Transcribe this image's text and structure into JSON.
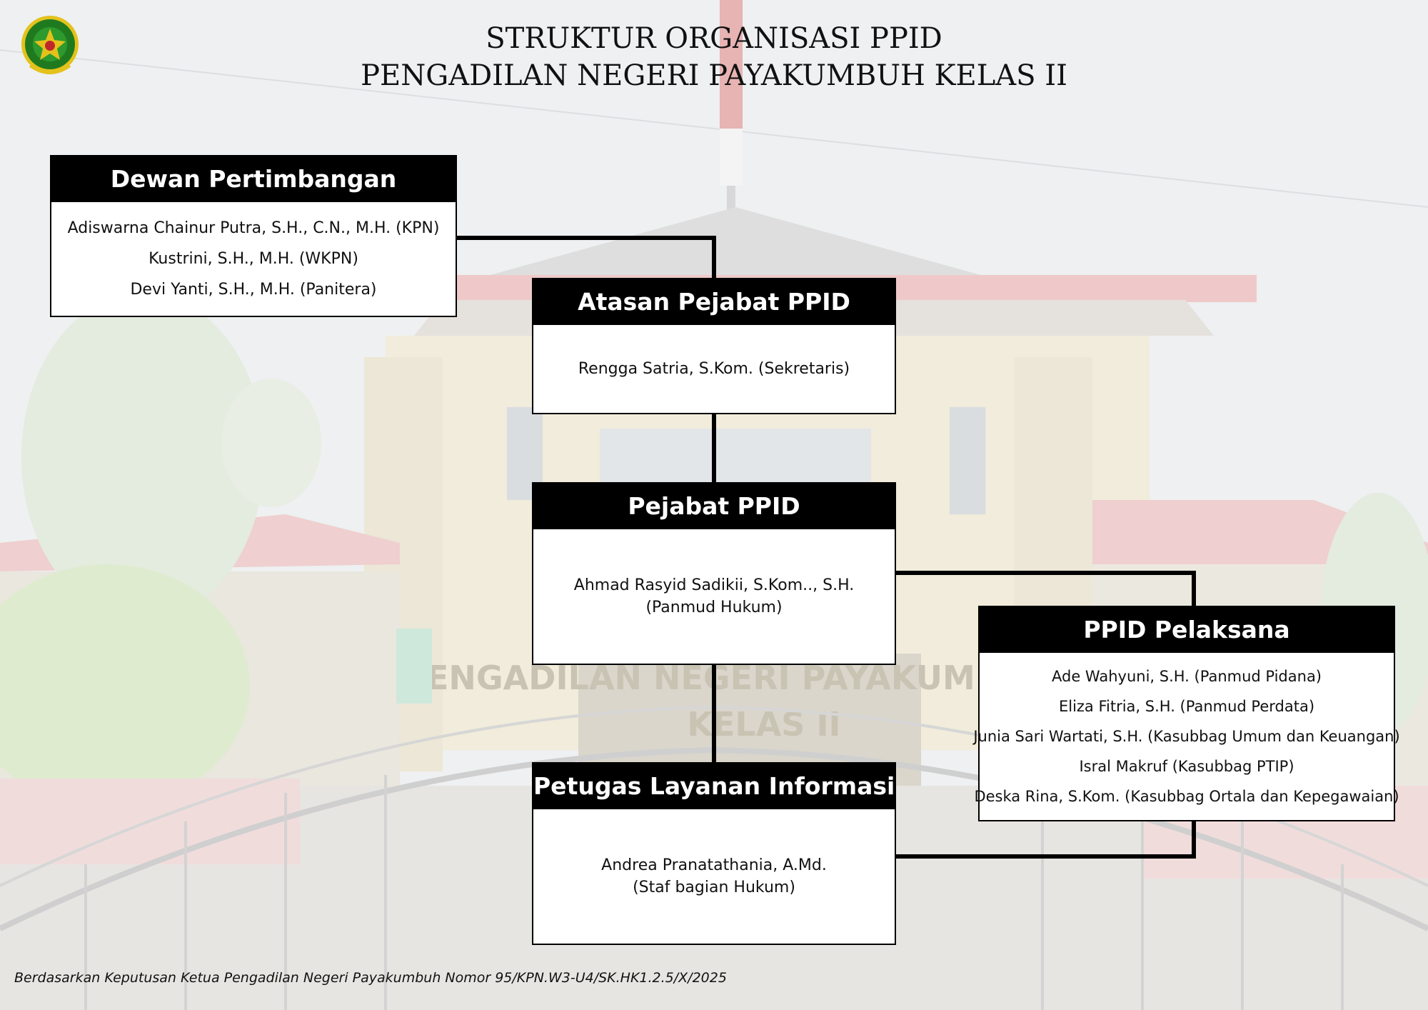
{
  "title": {
    "line1": "STRUKTUR ORGANISASI PPID",
    "line2": "PENGADILAN NEGERI PAYAKUMBUH KELAS II"
  },
  "logo": {
    "icon": "mahkamah-agung-emblem-icon",
    "colors": {
      "ring": "#1f7a1f",
      "gold": "#e3c21b"
    }
  },
  "background": {
    "sign_text_line1": "PENGADILAN NEGERI PAYAKUMBUH",
    "sign_text_line2": "KELAS II"
  },
  "boxes": {
    "dewan": {
      "title": "Dewan Pertimbangan",
      "members": [
        "Adiswarna Chainur Putra, S.H., C.N., M.H. (KPN)",
        "Kustrini, S.H., M.H. (WKPN)",
        "Devi Yanti, S.H., M.H. (Panitera)"
      ]
    },
    "atasan": {
      "title": "Atasan Pejabat PPID",
      "members": [
        "Rengga Satria, S.Kom. (Sekretaris)"
      ]
    },
    "pejabat": {
      "title": "Pejabat PPID",
      "members": [
        "Ahmad Rasyid Sadikii, S.Kom.., S.H.",
        "(Panmud Hukum)"
      ]
    },
    "petugas": {
      "title": "Petugas Layanan Informasi",
      "members": [
        "Andrea Pranatathania, A.Md.",
        "(Staf bagian Hukum)"
      ]
    },
    "pelaksana": {
      "title": "PPID Pelaksana",
      "members": [
        "Ade Wahyuni, S.H. (Panmud Pidana)",
        "Eliza Fitria, S.H. (Panmud Perdata)",
        "Junia Sari Wartati, S.H. (Kasubbag Umum dan Keuangan)",
        "Isral Makruf (Kasubbag PTIP)",
        "Deska Rina, S.Kom. (Kasubbag Ortala dan Kepegawaian)"
      ]
    }
  },
  "footer": "Berdasarkan Keputusan Ketua Pengadilan Negeri Payakumbuh Nomor 95/KPN.W3-U4/SK.HK1.2.5/X/2025",
  "colors": {
    "header_bg": "#000000",
    "header_text": "#ffffff",
    "connector": "#000000",
    "box_bg": "#ffffff"
  }
}
